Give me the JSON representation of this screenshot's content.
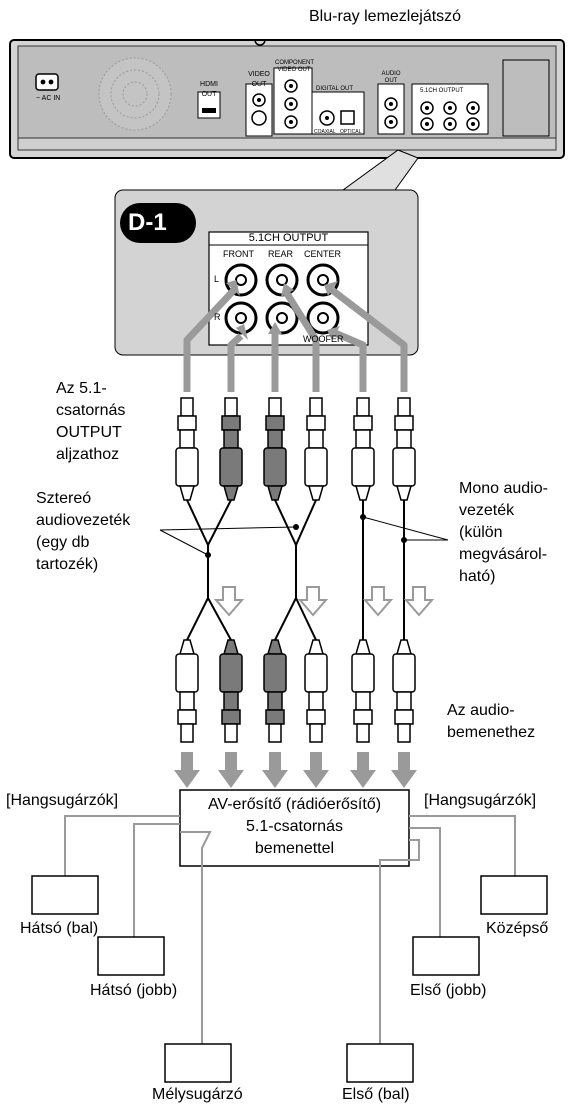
{
  "player_title": "Blu-ray lemezlejátszó",
  "panel_labels": {
    "ac_in": "~ AC IN",
    "hdmi_out": "HDMI OUT",
    "video_out": "VIDEO OUT",
    "component_out": "COMPONENT VIDEO OUT",
    "digital_out": "DIGITAL OUT",
    "coaxial": "COAXIAL",
    "optical": "OPTICAL",
    "audio_out": "AUDIO OUT",
    "ch51_small": "5.1CH OUTPUT"
  },
  "badge": "D-1",
  "output_panel": {
    "title": "5.1CH OUTPUT",
    "col_front": "FRONT",
    "col_rear": "REAR",
    "col_center": "CENTER",
    "row_l": "L",
    "row_r": "R",
    "woofer": "WOOFER"
  },
  "labels": {
    "to_output_1": "Az 5.1-",
    "to_output_2": "csatornás",
    "to_output_3": "OUTPUT",
    "to_output_4": "aljzathoz",
    "stereo_1": "Sztereó",
    "stereo_2": "audiovezeték",
    "stereo_3": "(egy db",
    "stereo_4": "tartozék)",
    "mono_1": "Mono audio-",
    "mono_2": "vezeték",
    "mono_3": "(külön",
    "mono_4": "megvásárol-",
    "mono_5": "ható)",
    "audio_in_1": "Az audio-",
    "audio_in_2": "bemenethez"
  },
  "amplifier": {
    "line1": "AV-erősítő (rádióerősítő)",
    "line2": "5.1-csatornás",
    "line3": "bemenettel"
  },
  "speakers_left": "[Hangsugárzók]",
  "speakers_right": "[Hangsugárzók]",
  "speakers": {
    "rear_left": "Hátsó (bal)",
    "rear_right": "Hátsó (jobb)",
    "subwoofer": "Mélysugárzó",
    "center": "Középső",
    "front_right": "Első (jobb)",
    "front_left": "Első (bal)"
  }
}
